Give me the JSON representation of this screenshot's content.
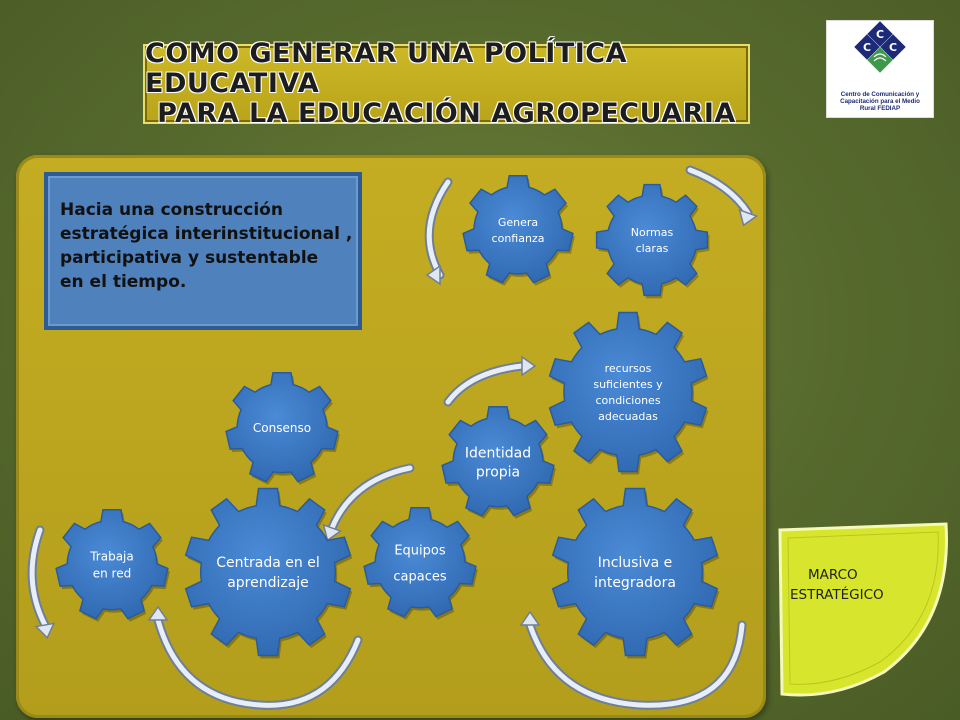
{
  "title": {
    "line1": "COMO GENERAR UNA POLÍTICA EDUCATIVA",
    "line2": "PARA LA EDUCACIÓN AGROPECUARIA"
  },
  "logo": {
    "text_line1": "Centro de Comunicación y",
    "text_line2": "Capacitación para el Medio",
    "text_line3": "Rural FEDIAP",
    "letters": [
      "C",
      "C",
      "C"
    ]
  },
  "intro": {
    "line1": "Hacia una construcción",
    "line2": "estratégica interinstitucional ,",
    "line3": "participativa y sustentable",
    "line4": "en el tiempo."
  },
  "gears": [
    {
      "id": "genera-confianza",
      "lines": [
        "Genera",
        "confianza"
      ]
    },
    {
      "id": "normas-claras",
      "lines": [
        "Normas",
        "claras"
      ]
    },
    {
      "id": "recursos",
      "lines": [
        "recursos",
        "suficientes y",
        "condiciones",
        "adecuadas"
      ]
    },
    {
      "id": "identidad-propia",
      "lines": [
        "Identidad",
        "propia"
      ]
    },
    {
      "id": "consenso",
      "lines": [
        "Consenso"
      ]
    },
    {
      "id": "trabaja-en-red",
      "lines": [
        "Trabaja",
        "en red"
      ]
    },
    {
      "id": "centrada-aprendizaje",
      "lines": [
        "Centrada en el",
        "aprendizaje"
      ]
    },
    {
      "id": "equipos-capaces",
      "lines": [
        "Equipos",
        "capaces"
      ]
    },
    {
      "id": "inclusiva-integradora",
      "lines": [
        "Inclusiva e",
        "integradora"
      ]
    }
  ],
  "side_tab": {
    "line1": "MARCO",
    "line2": "ESTRATÉGICO"
  },
  "colors": {
    "background": "#556b2f",
    "panel": "#c4ad22",
    "gear": "#3a78c2",
    "gear_edge": "#2a5c9c",
    "intro_box": "#4f81bd",
    "side_tab": "#d7e62c",
    "logo_blue": "#1c2a77"
  }
}
